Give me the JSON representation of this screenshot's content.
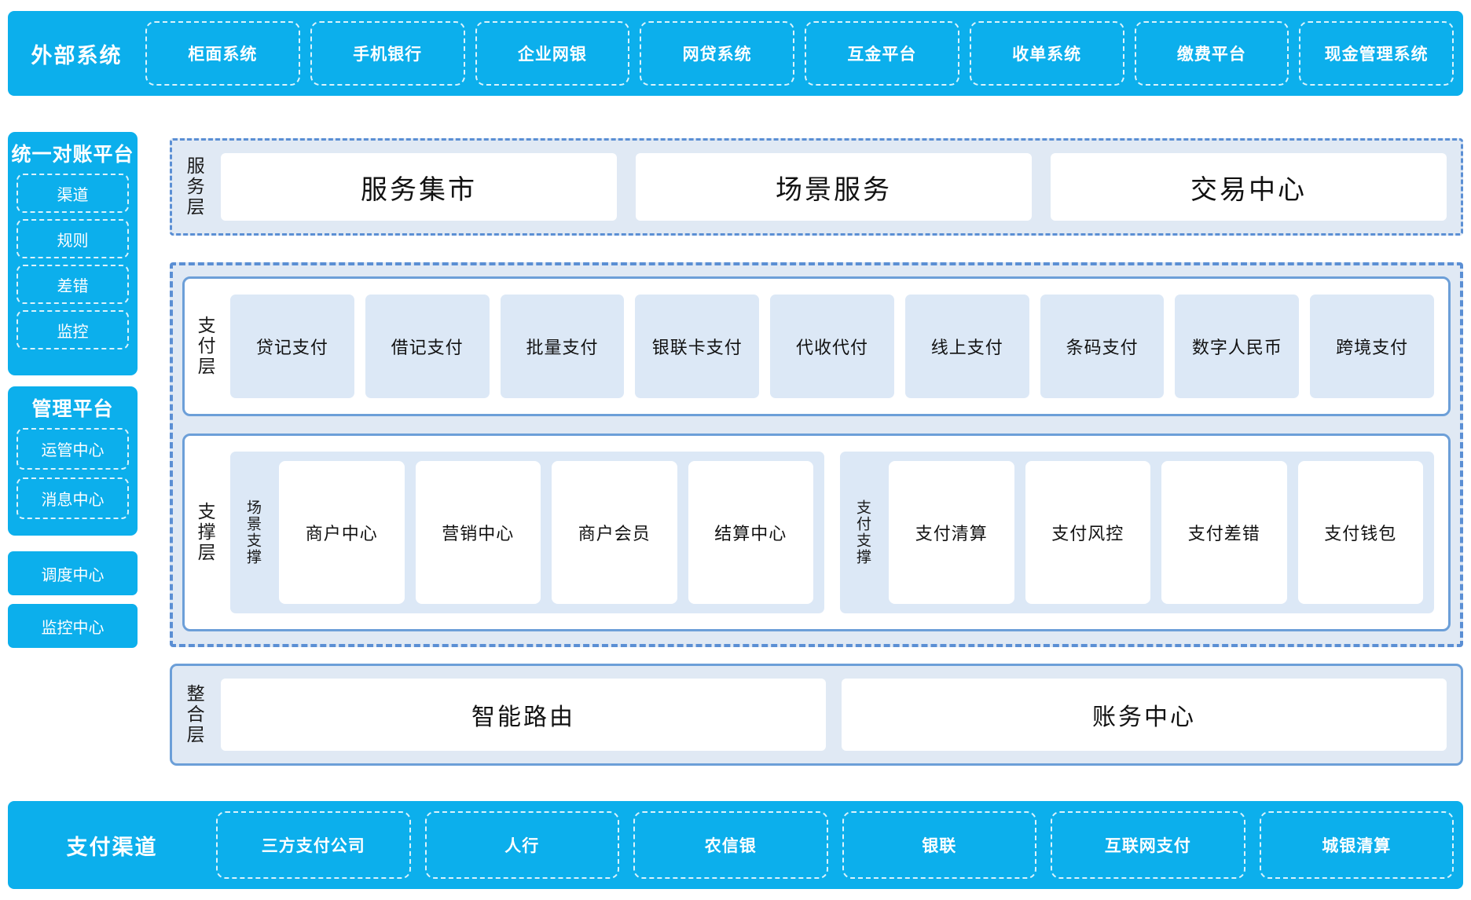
{
  "external_systems": {
    "title": "外部系统",
    "items": [
      "柜面系统",
      "手机银行",
      "企业网银",
      "网贷系统",
      "互金平台",
      "收单系统",
      "缴费平台",
      "现金管理系统"
    ]
  },
  "sidebar": {
    "reconciliation": {
      "title": "统一对账平台",
      "items": [
        "渠道",
        "规则",
        "差错",
        "监控"
      ]
    },
    "management": {
      "title": "管理平台",
      "items": [
        "运管中心",
        "消息中心"
      ]
    },
    "standalone": [
      "调度中心",
      "监控中心"
    ]
  },
  "service_layer": {
    "label": "服务层",
    "items": [
      "服务集市",
      "场景服务",
      "交易中心"
    ]
  },
  "payment_layer": {
    "label": "支付层",
    "items": [
      "贷记支付",
      "借记支付",
      "批量支付",
      "银联卡支付",
      "代收代付",
      "线上支付",
      "条码支付",
      "数字人民币",
      "跨境支付"
    ]
  },
  "support_layer": {
    "label": "支撑层",
    "groups": [
      {
        "label": "场景支撑",
        "items": [
          "商户中心",
          "营销中心",
          "商户会员",
          "结算中心"
        ]
      },
      {
        "label": "支付支撑",
        "items": [
          "支付清算",
          "支付风控",
          "支付差错",
          "支付钱包"
        ]
      }
    ]
  },
  "integration_layer": {
    "label": "整合层",
    "items": [
      "智能路由",
      "账务中心"
    ]
  },
  "payment_channels": {
    "title": "支付渠道",
    "items": [
      "三方支付公司",
      "人行",
      "农信银",
      "银联",
      "互联网支付",
      "城银清算"
    ]
  },
  "colors": {
    "brand_blue": "#0cafec",
    "panel_border": "#6c9fd8",
    "dash_border": "#5b8fd4",
    "light_fill": "#dce8f6",
    "container_fill": "#e0e9f4"
  }
}
